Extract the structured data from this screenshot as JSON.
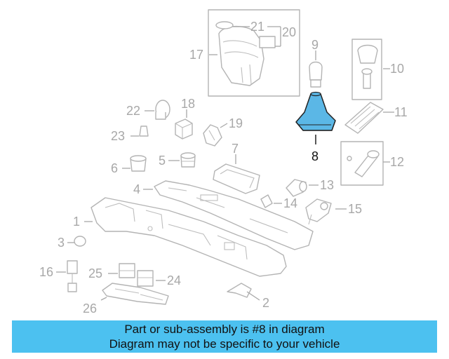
{
  "diagram": {
    "highlighted_part": "8",
    "highlight_color": "#5bb7e6",
    "part_labels": [
      "1",
      "2",
      "3",
      "4",
      "5",
      "6",
      "7",
      "8",
      "9",
      "10",
      "11",
      "12",
      "13",
      "14",
      "15",
      "16",
      "17",
      "18",
      "19",
      "20",
      "21",
      "22",
      "23",
      "24",
      "25",
      "26"
    ]
  },
  "banner": {
    "line1": "Part or sub-assembly is #8 in diagram",
    "line2": "Diagram may not be specific to your vehicle",
    "background_color": "#4cc1f0"
  }
}
